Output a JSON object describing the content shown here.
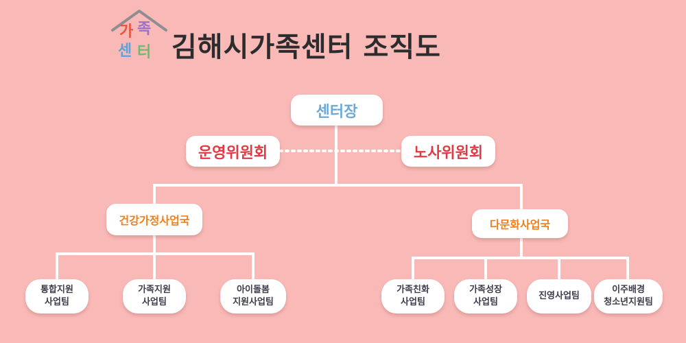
{
  "logo": {
    "chars": [
      "가",
      "족",
      "센",
      "터"
    ],
    "colors": [
      "#e8543e",
      "#9b6fc6",
      "#5aa4d8",
      "#6bbb6b"
    ]
  },
  "title": "김해시가족센터 조직도",
  "org": {
    "head": "센터장",
    "committees": {
      "left": "운영위원회",
      "right": "노사위원회"
    },
    "departments": [
      {
        "name": "건강가정사업국",
        "teams": [
          "통합지원\n사업팀",
          "가족지원\n사업팀",
          "아이돌봄\n지원사업팀"
        ]
      },
      {
        "name": "다문화사업국",
        "teams": [
          "가족친화\n사업팀",
          "가족성장\n사업팀",
          "진영사업팀",
          "이주배경\n청소년지원팀"
        ]
      }
    ]
  },
  "colors": {
    "background": "#f9b9b7",
    "connector": "#ffffff",
    "head_text": "#6fa9d3",
    "committee_text": "#e03b44",
    "department_text": "#f07e1a",
    "team_text": "#3d3a4a"
  }
}
